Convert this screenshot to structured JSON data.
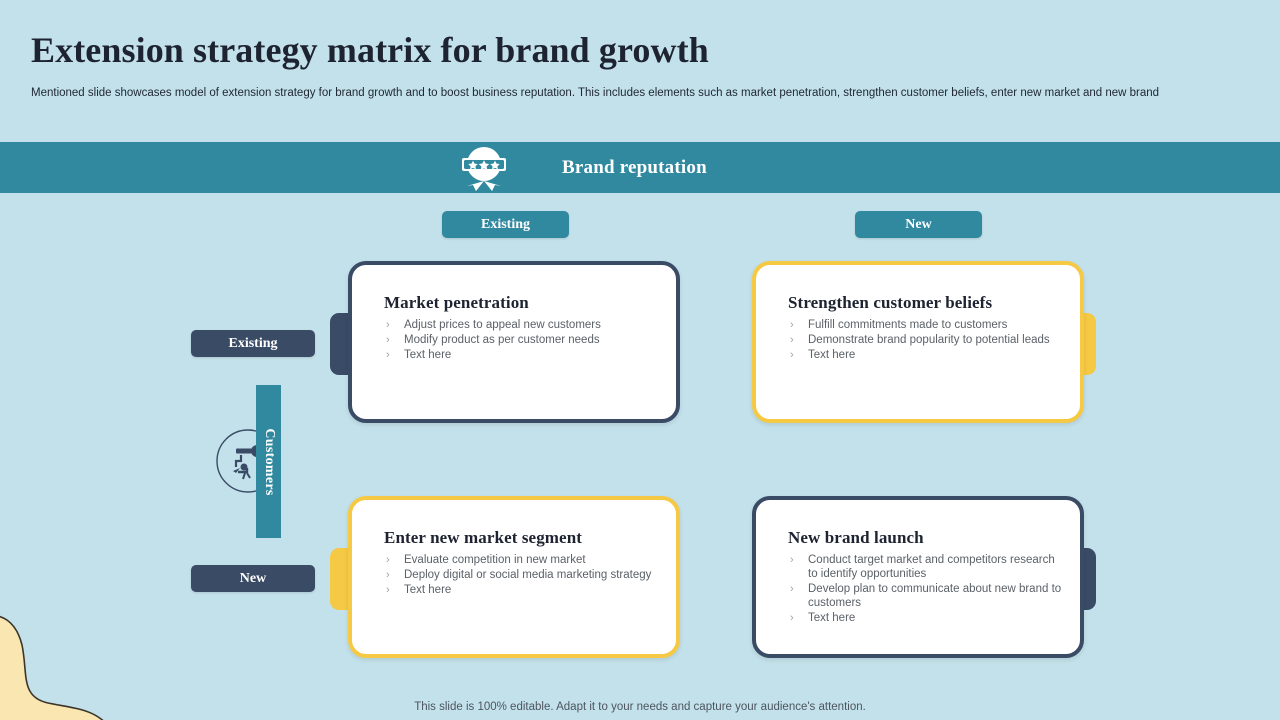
{
  "header": {
    "title": "Extension strategy matrix for brand growth",
    "subtitle": "Mentioned slide showcases model of extension strategy for brand growth and to boost business reputation. This includes elements such as market penetration, strengthen customer beliefs, enter new market and new brand"
  },
  "band": {
    "title": "Brand reputation",
    "icon": "badge-ribbon-icon",
    "color": "#3189a0"
  },
  "axes": {
    "columns": [
      {
        "label": "Existing"
      },
      {
        "label": "New"
      }
    ],
    "rows": [
      {
        "label": "Existing"
      },
      {
        "label": "New"
      }
    ],
    "row_axis_label": "Customers",
    "row_axis_icon": "customers-icon"
  },
  "cards": [
    {
      "title": "Market penetration",
      "accent": "#3a4b66",
      "tab_side": "left",
      "bullets": [
        "Adjust prices to appeal new customers",
        "Modify  product as per customer needs",
        "Text  here"
      ]
    },
    {
      "title": "Strengthen customer beliefs",
      "accent": "#f6c944",
      "tab_side": "right",
      "bullets": [
        "Fulfill commitments made to customers",
        "Demonstrate brand popularity to potential leads",
        "Text  here"
      ]
    },
    {
      "title": "Enter new market segment",
      "accent": "#f6c944",
      "tab_side": "left",
      "bullets": [
        "Evaluate competition in new market",
        "Deploy digital or social media marketing strategy",
        "Text  here"
      ]
    },
    {
      "title": "New brand launch",
      "accent": "#3a4b66",
      "tab_side": "right",
      "bullets": [
        "Conduct target market and competitors research to identify  opportunities",
        "Develop plan to  communicate about new brand to customers",
        "Text  here"
      ]
    }
  ],
  "footer": {
    "note": "This slide is 100% editable. Adapt it to your needs and capture your audience's attention."
  },
  "theme": {
    "background": "#c3e1ea",
    "teal": "#3189a0",
    "navy": "#3a4b66",
    "gold": "#f6c944",
    "blob": "#fae6b0"
  }
}
